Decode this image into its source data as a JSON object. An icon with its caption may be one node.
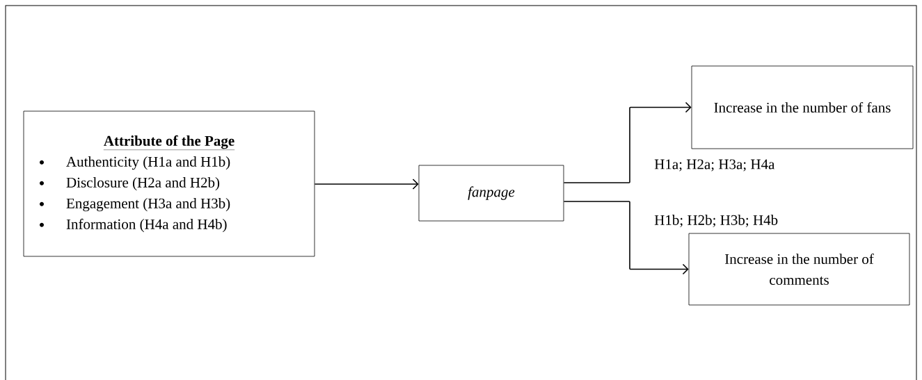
{
  "diagram": {
    "nodes": [
      {
        "text": [
          "Attribute of the Page",
          "Authenticity (H1a and H1b)",
          "Disclosure (H2a and H2b)",
          "Engagement (H3a and H3b)",
          "Information (H4a and H4b)"
        ]
      },
      {
        "text": [
          "fanpage"
        ]
      },
      {
        "text": [
          "Increase in the number of fans"
        ]
      },
      {
        "text": [
          "Increase in the number of comments"
        ]
      }
    ],
    "edges": [
      {
        "from": 0,
        "to": 1,
        "arrow": "to"
      },
      {
        "from": 1,
        "to": 2,
        "arrow": "to",
        "label": "H1a; H2a; H3a; H4a"
      },
      {
        "from": 1,
        "to": 3,
        "arrow": "to",
        "label": "H1b; H2b; H3b; H4b"
      }
    ]
  }
}
